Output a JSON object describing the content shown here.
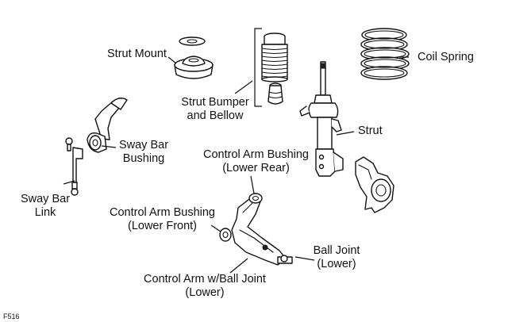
{
  "labels": {
    "strut_mount": "Strut Mount",
    "strut_bumper_line1": "Strut Bumper",
    "strut_bumper_line2": "and Bellow",
    "coil_spring": "Coil Spring",
    "strut": "Strut",
    "sway_bar_bushing_line1": "Sway Bar",
    "sway_bar_bushing_line2": "Bushing",
    "sway_bar_link_line1": "Sway Bar",
    "sway_bar_link_line2": "Link",
    "control_arm_bushing_rear_line1": "Control Arm Bushing",
    "control_arm_bushing_rear_line2": "(Lower Rear)",
    "control_arm_bushing_front_line1": "Control Arm Bushing",
    "control_arm_bushing_front_line2": "(Lower Front)",
    "ball_joint_line1": "Ball Joint",
    "ball_joint_line2": "(Lower)",
    "control_arm_line1": "Control Arm w/Ball Joint",
    "control_arm_line2": "(Lower)"
  },
  "figure_code": "F516"
}
